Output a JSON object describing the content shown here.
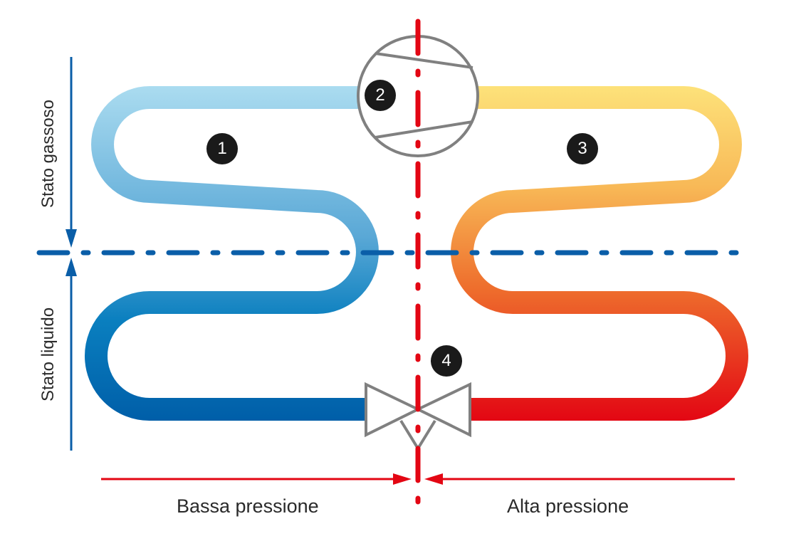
{
  "labels": {
    "gas_state": "Stato gassoso",
    "liquid_state": "Stato liquido",
    "low_pressure": "Bassa pressione",
    "high_pressure": "Alta pressione"
  },
  "stages": [
    "1",
    "2",
    "3",
    "4"
  ],
  "components": {
    "compressor": "compressor",
    "expansion_valve": "expansion-valve"
  },
  "colors": {
    "cold_top": "#a9dcf0",
    "cold_bottom": "#005ea8",
    "hot_top": "#fde27a",
    "hot_bottom": "#e30613",
    "divider_red": "#e30613",
    "state_blue": "#0a5ea8",
    "symbol_gray": "#808080",
    "badge": "#1a1a1a"
  },
  "icons": {
    "compressor": "compressor-icon",
    "valve": "expansion-valve-icon"
  }
}
